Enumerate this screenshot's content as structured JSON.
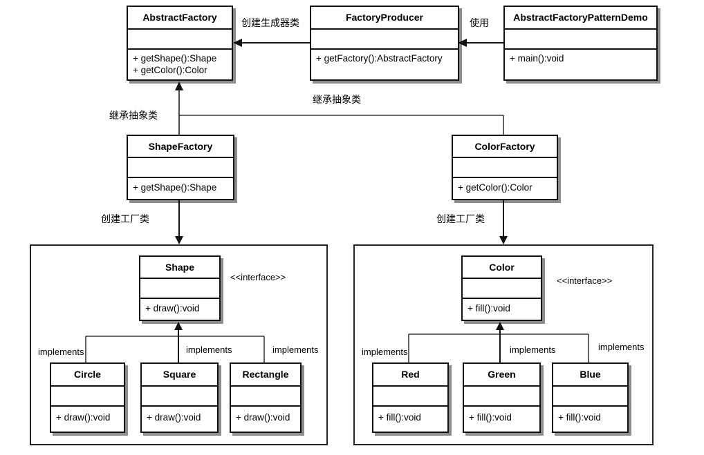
{
  "colors": {
    "background": "#ffffff",
    "line": "#111111",
    "box_fill": "#ffffff",
    "shadow": "#8d8d8d"
  },
  "classes": {
    "abstract_factory": {
      "title": "AbstractFactory",
      "methods": "+ getShape():Shape\n+ getColor():Color"
    },
    "factory_producer": {
      "title": "FactoryProducer",
      "methods": "+ getFactory():AbstractFactory"
    },
    "demo": {
      "title": "AbstractFactoryPatternDemo",
      "methods": "+ main():void"
    },
    "shape_factory": {
      "title": "ShapeFactory",
      "methods": "+ getShape():Shape"
    },
    "color_factory": {
      "title": "ColorFactory",
      "methods": "+ getColor():Color"
    },
    "shape": {
      "title": "Shape",
      "methods": "+ draw():void"
    },
    "circle": {
      "title": "Circle",
      "methods": "+ draw():void"
    },
    "square": {
      "title": "Square",
      "methods": "+ draw():void"
    },
    "rectangle": {
      "title": "Rectangle",
      "methods": "+ draw():void"
    },
    "color": {
      "title": "Color",
      "methods": "+ fill():void"
    },
    "red": {
      "title": "Red",
      "methods": "+ fill():void"
    },
    "green": {
      "title": "Green",
      "methods": "+ fill():void"
    },
    "blue": {
      "title": "Blue",
      "methods": "+ fill():void"
    }
  },
  "labels": {
    "create_producer": "创建生成器类",
    "use": "使用",
    "inherit_abstract_left": "继承抽象类",
    "inherit_abstract_right": "继承抽象类",
    "create_factory_left": "创建工厂类",
    "create_factory_right": "创建工厂类",
    "interface_shape": "<<interface>>",
    "interface_color": "<<interface>>",
    "implements_circle": "implements",
    "implements_square": "implements",
    "implements_rectangle": "implements",
    "implements_red": "implements",
    "implements_green": "implements",
    "implements_blue": "implements"
  }
}
